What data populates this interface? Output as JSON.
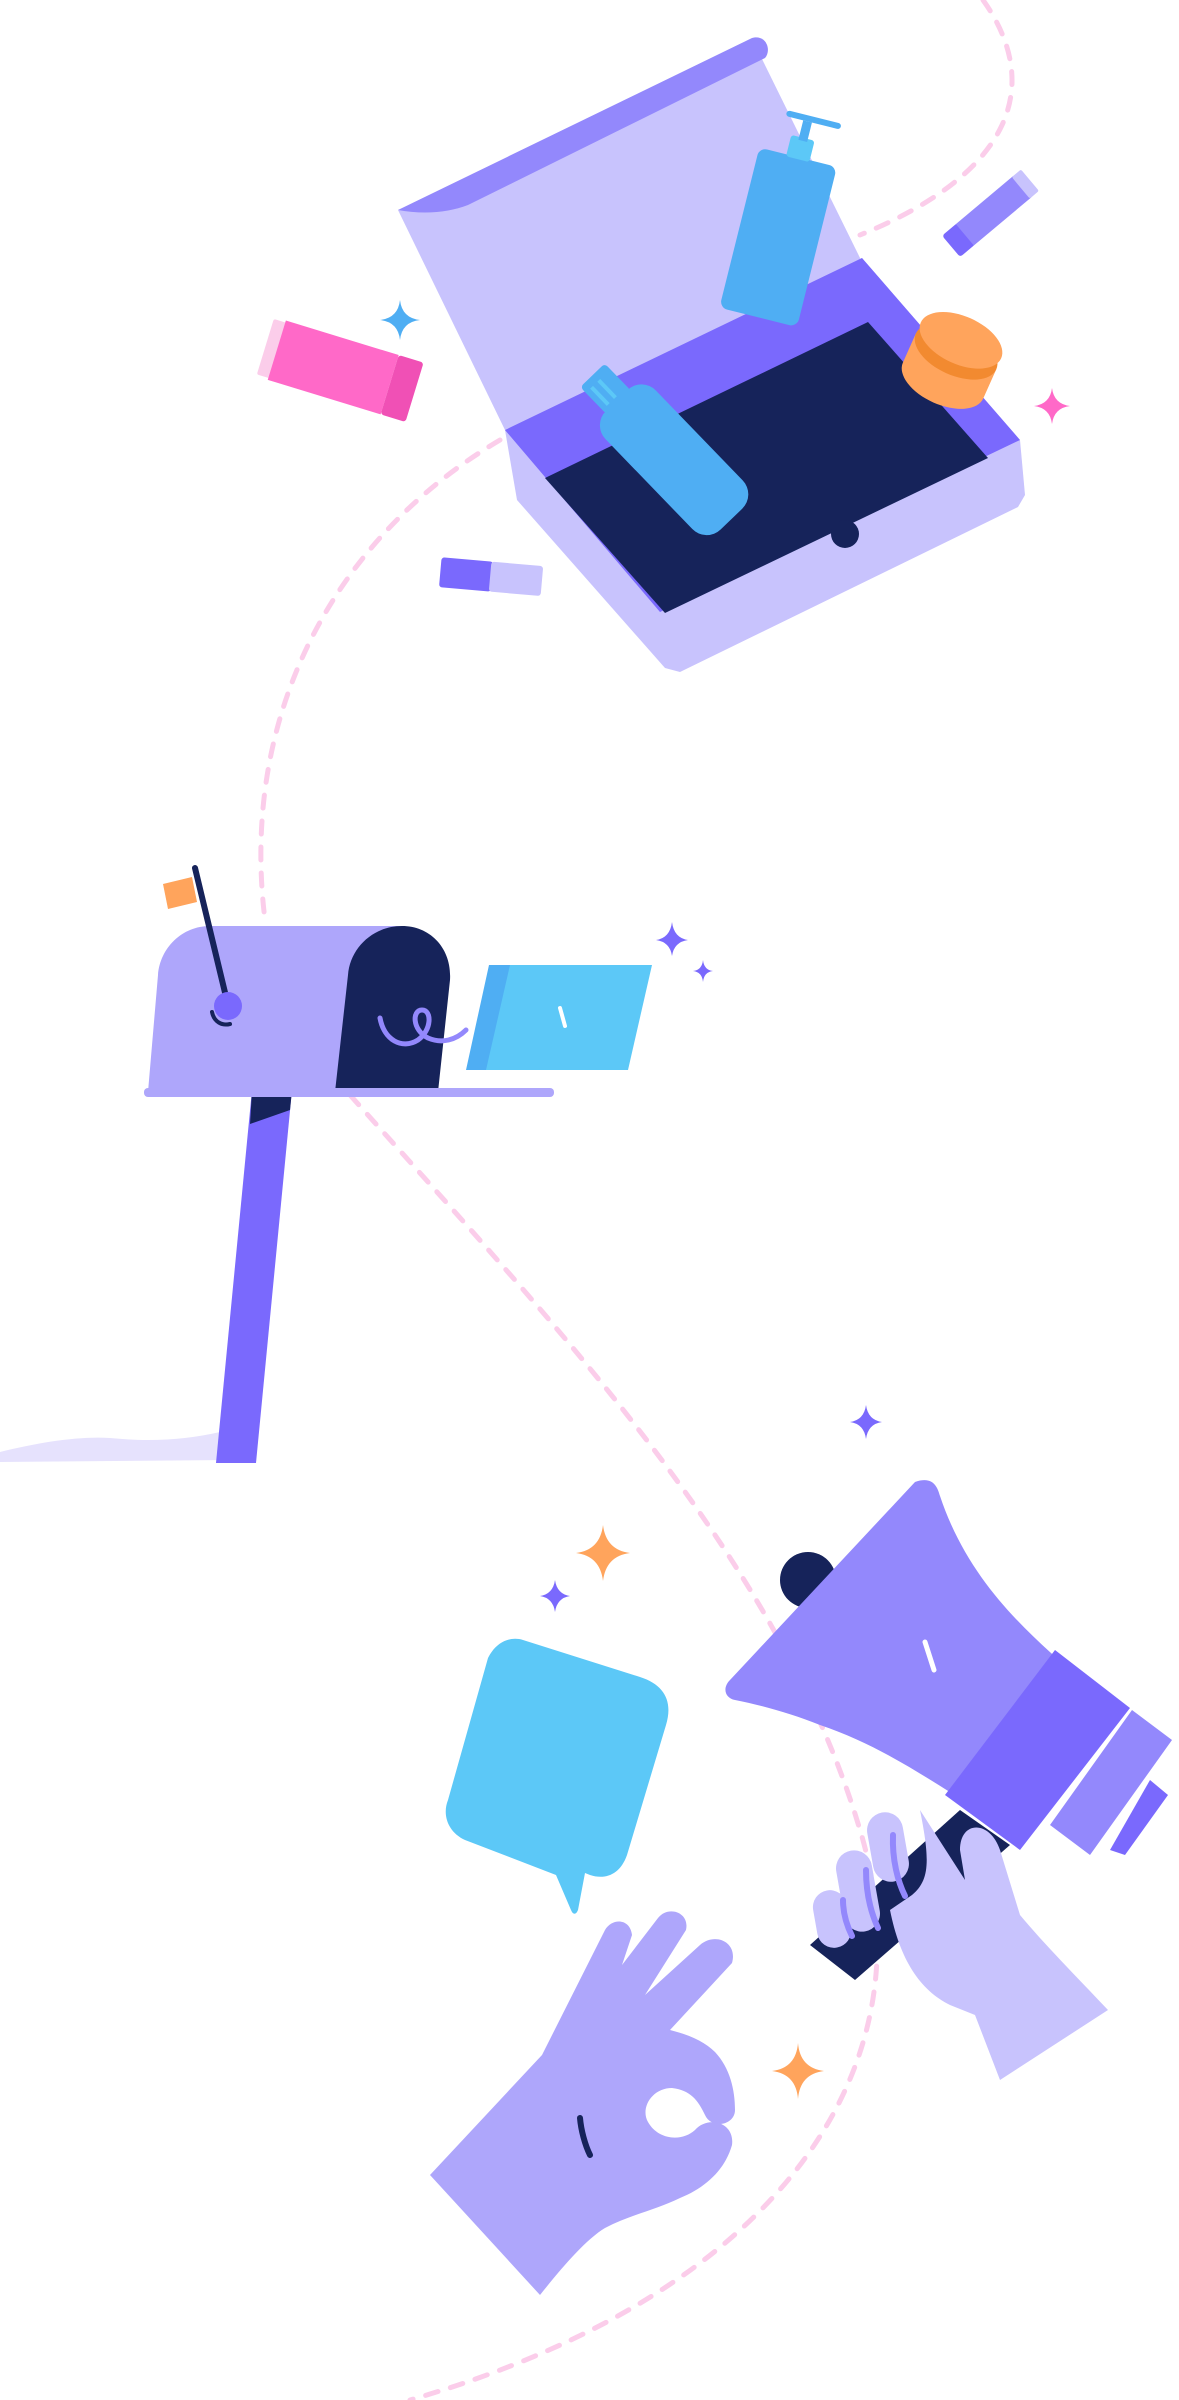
{
  "illustration": {
    "colors": {
      "lavender_light": "#C8C3FD",
      "lavender": "#AEA6FB",
      "violet": "#9388FC",
      "indigo": "#7A69FD",
      "navy": "#16235A",
      "sky": "#5CC8F7",
      "blue": "#4FAEF3",
      "pink": "#FF69C8",
      "orange": "#FFA45C",
      "orange_dark": "#F28A30",
      "dash_pink": "#FBCDEA",
      "ground": "#E6E2FD"
    },
    "objects": [
      "open-box",
      "pump-bottle",
      "spray-bottle",
      "cream-jar",
      "lipstick",
      "mascara-tube",
      "mailbox",
      "letter-envelope",
      "megaphone",
      "hand-holding-megaphone",
      "ok-hand",
      "speech-bubble",
      "sparkles"
    ]
  }
}
